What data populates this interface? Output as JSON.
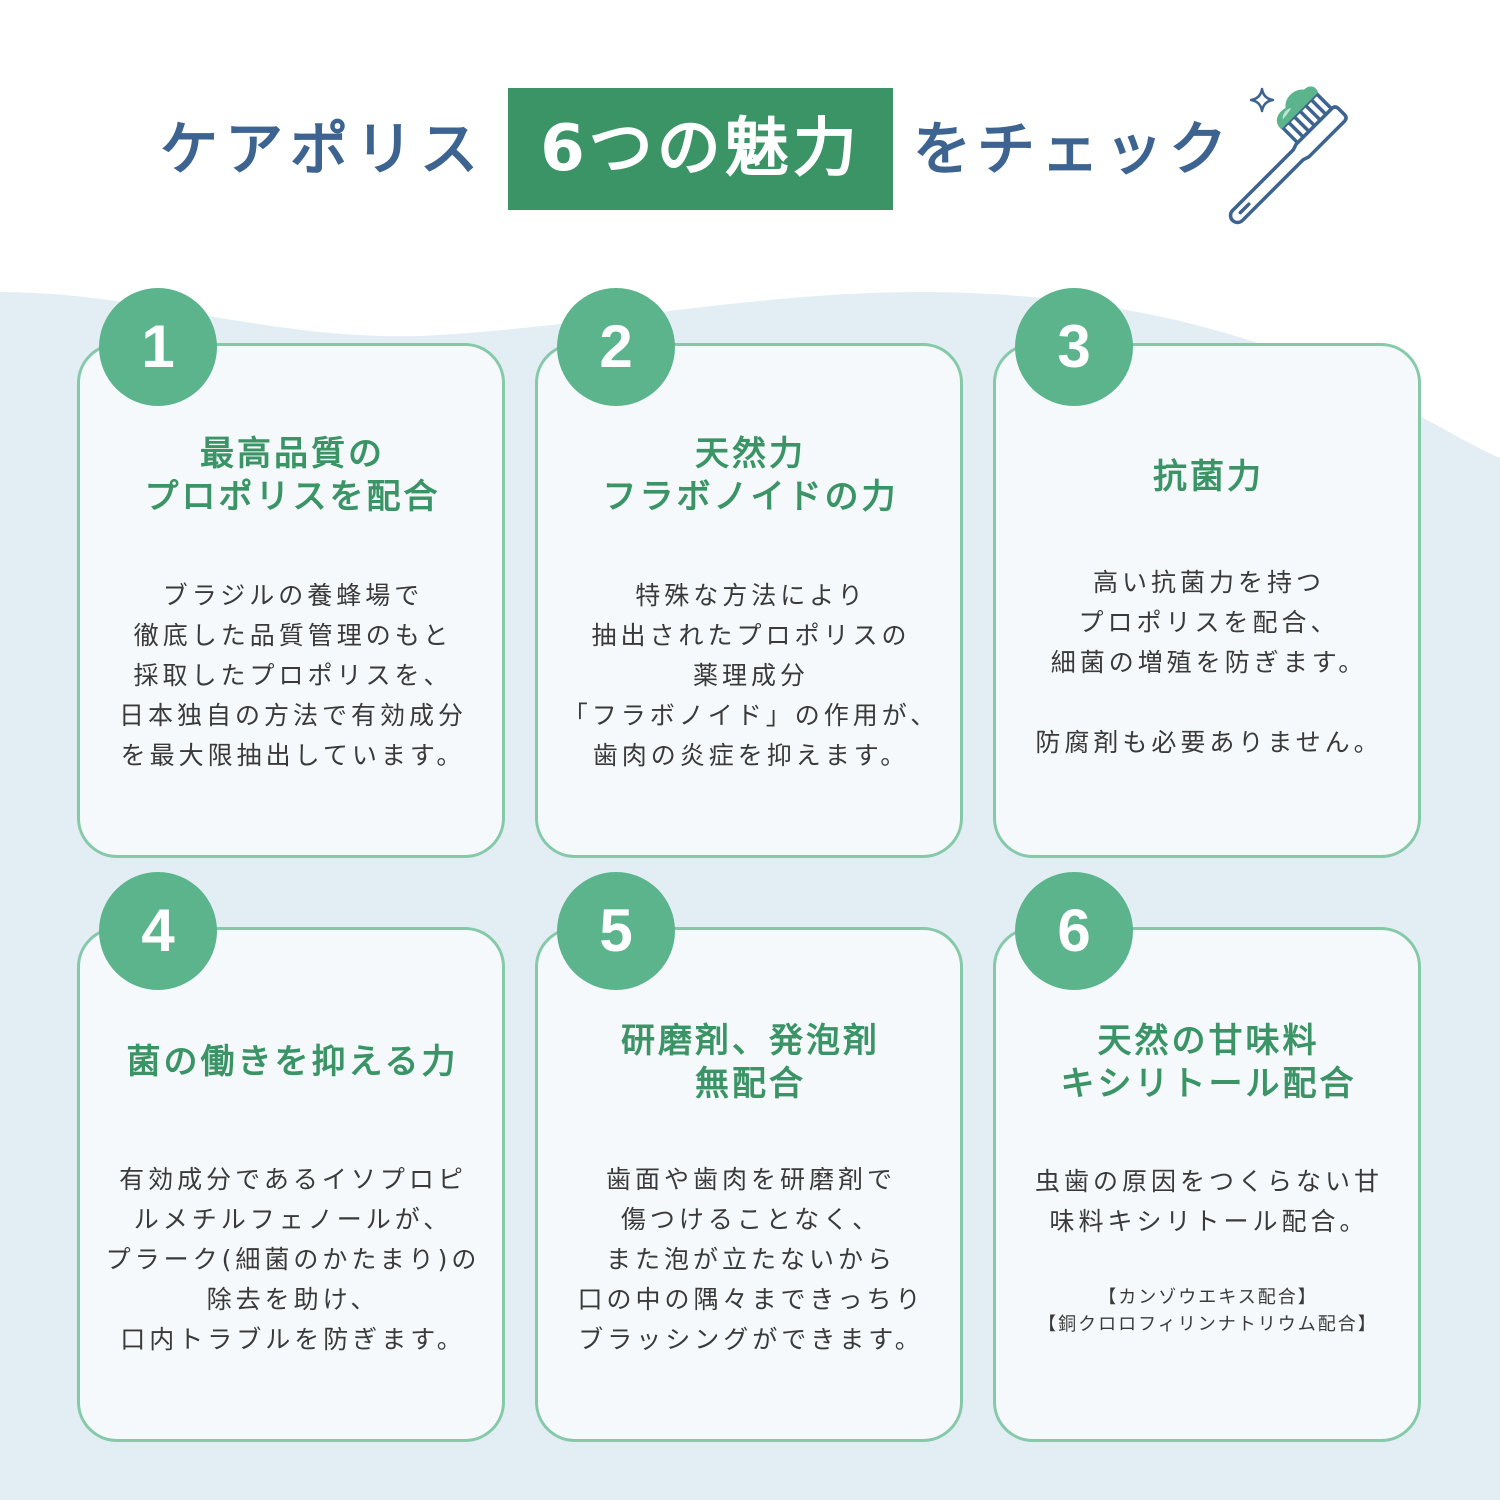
{
  "header": {
    "title_before": "ケアポリス",
    "title_highlight": "6つの魅力",
    "title_after": "をチェック"
  },
  "icons": {
    "toothbrush": "toothbrush-icon",
    "sparkle": "sparkle-icon"
  },
  "colors": {
    "title_blue": "#3d6391",
    "accent_green": "#3a9466",
    "circle_green": "#5bb48c",
    "card_border": "#86c9a9",
    "card_fill": "#f5f9fb",
    "wave": "#e2eef4",
    "body_text": "#3a3a3a"
  },
  "features": [
    {
      "number": "1",
      "title_lines": [
        "最高品質の",
        "プロポリスを配合"
      ],
      "body_lines": [
        "ブラジルの養蜂場で",
        "徹底した品質管理のもと",
        "採取したプロポリスを、",
        "日本独自の方法で有効成分",
        "を最大限抽出しています。"
      ]
    },
    {
      "number": "2",
      "title_lines": [
        "天然力",
        "フラボノイドの力"
      ],
      "body_lines": [
        "特殊な方法により",
        "抽出されたプロポリスの",
        "薬理成分",
        "「フラボノイド」の作用が、",
        "歯肉の炎症を抑えます。"
      ]
    },
    {
      "number": "3",
      "title_lines": [
        "抗菌力"
      ],
      "body_lines": [
        "高い抗菌力を持つ",
        "プロポリスを配合、",
        "細菌の増殖を防ぎます。"
      ],
      "extra_lines": [
        "防腐剤も必要ありません。"
      ]
    },
    {
      "number": "4",
      "title_lines": [
        "菌の働きを抑える力"
      ],
      "body_lines": [
        "有効成分であるイソプロピ",
        "ルメチルフェノールが、",
        "プラーク(細菌のかたまり)の",
        "除去を助け、",
        "口内トラブルを防ぎます。"
      ]
    },
    {
      "number": "5",
      "title_lines": [
        "研磨剤、発泡剤",
        "無配合"
      ],
      "body_lines": [
        "歯面や歯肉を研磨剤で",
        "傷つけることなく、",
        "また泡が立たないから",
        "口の中の隅々まできっちり",
        "ブラッシングができます。"
      ]
    },
    {
      "number": "6",
      "title_lines": [
        "天然の甘味料",
        "キシリトール配合"
      ],
      "body_lines": [
        "虫歯の原因をつくらない甘",
        "味料キシリトール配合。"
      ],
      "notes": [
        "【カンゾウエキス配合】",
        "【銅クロロフィリンナトリウム配合】"
      ]
    }
  ]
}
